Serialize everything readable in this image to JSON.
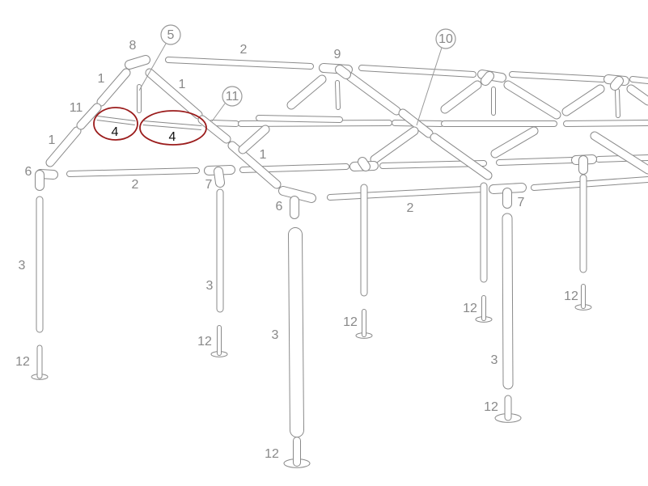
{
  "diagram": {
    "type": "exploded assembly diagram of tube frame",
    "highlight_color": "#9b1c1c",
    "tube_color": "#8a8a8a",
    "part_labels": [
      "8",
      "2",
      "9",
      "1",
      "1",
      "11",
      "1",
      "6",
      "2",
      "7",
      "1",
      "6",
      "2",
      "7",
      "3",
      "3",
      "3",
      "3",
      "12",
      "12",
      "12",
      "12",
      "12",
      "12",
      "12"
    ],
    "callouts": [
      "5",
      "10",
      "11"
    ],
    "highlighted_parts": [
      "4",
      "4"
    ]
  }
}
